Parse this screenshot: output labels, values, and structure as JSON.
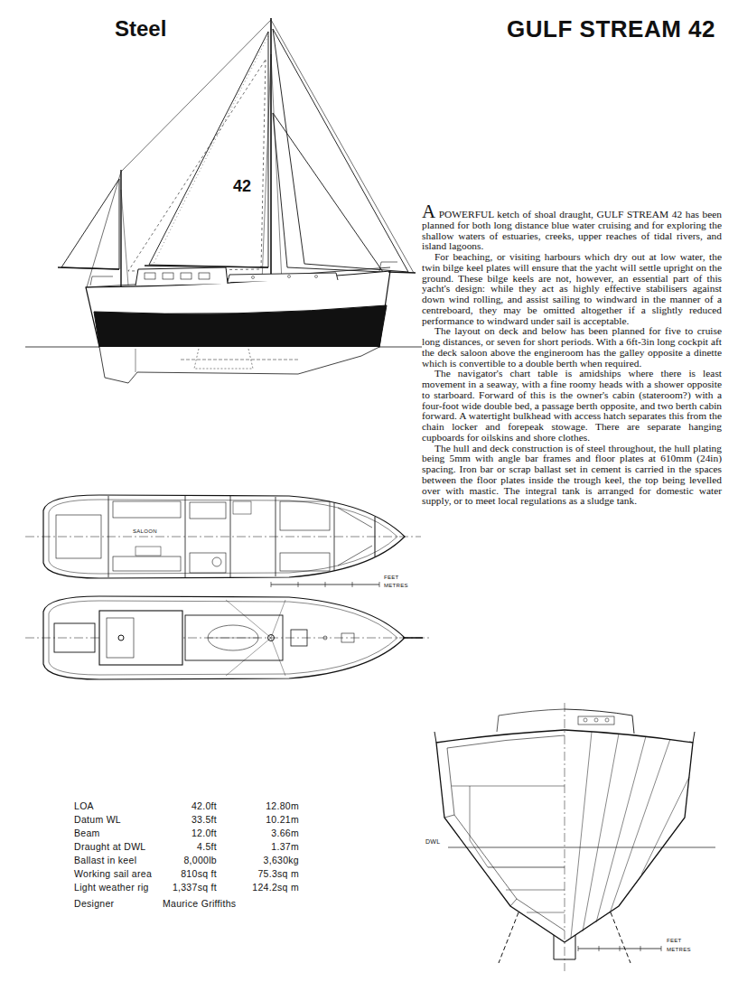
{
  "diagram": {
    "title": "GULF STREAM 42",
    "labels": [
      "Steel",
      "A POWERFUL ketch of shoal draught, GULF STREAM 42 has been planned for both long distance blue water cruising and for exploring the shallow waters of estuaries, creeks, upper reaches of tidal rivers, and island lagoons.",
      "For beaching, or visiting harbours which dry out at low water, the twin bilge keel plates will ensure that the yacht will settle upright on the ground. These bilge keels are not, however, an essential part of this yacht's design: while they act as highly effective stabilisers against down wind rolling, and assist sailing to windward in the manner of a centreboard, they may be omitted altogether if a slightly reduced performance to windward under sail is acceptable.",
      "The layout on deck and below has been planned for five to cruise long distances, or seven for short periods. With a 6ft-3in long cockpit aft the deck saloon above the engineroom has the galley opposite a dinette which is convertible to a double berth when required.",
      "The navigator's chart table is amidships where there is least movement in a seaway, with a fine roomy heads with a shower opposite to starboard. Forward of this is the owner's cabin (stateroom?) with a four-foot wide double bed, a passage berth opposite, and two berth cabin forward. A watertight bulkhead with access hatch separates this from the chain locker and forepeak stowage. There are separate hanging cupboards for oilskins and shore clothes.",
      "The hull and deck construction is of steel throughout, the hull plating being 5mm with angle bar frames and floor plates at 610mm (24in) spacing. Iron bar or scrap ballast set in cement is carried in the spaces between the floor plates inside the trough keel, the top being levelled over with mastic. The integral tank is arranged for domestic water supply, or to meet local regulations as a sludge tank.",
      "42",
      "SALOON",
      "FEET",
      "METRES",
      "DWL",
      "FEET",
      "METRES",
      "LOA",
      "42.0ft",
      "12.80m",
      "Datum WL",
      "33.5ft",
      "10.21m",
      "Beam",
      "12.0ft",
      "3.66m",
      "Draught at DWL",
      "4.5ft",
      "1.37m",
      "Ballast in keel",
      "8,000lb",
      "3,630kg",
      "Working sail area",
      "810sq ft",
      "75.3sq m",
      "Light weather rig",
      "1,337sq ft",
      "124.2sq m",
      "Designer",
      "Maurice Griffiths"
    ]
  }
}
